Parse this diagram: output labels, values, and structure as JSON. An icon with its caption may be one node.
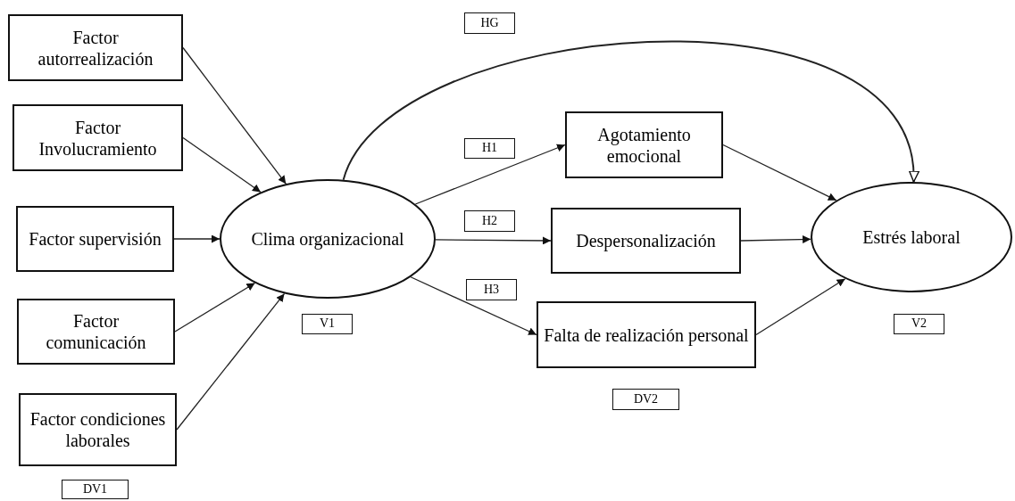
{
  "diagram": {
    "nodes": [
      {
        "text": [
          "Factor autorrealización"
        ]
      },
      {
        "text": [
          "Factor Involucramiento"
        ]
      },
      {
        "text": [
          "Factor supervisión"
        ]
      },
      {
        "text": [
          "Factor comunicación"
        ]
      },
      {
        "text": [
          "Factor condiciones laborales"
        ]
      },
      {
        "text": [
          "DV1"
        ]
      },
      {
        "text": [
          "HG"
        ]
      },
      {
        "text": [
          "Clima organizacional"
        ]
      },
      {
        "text": [
          "V1"
        ]
      },
      {
        "text": [
          "H1"
        ]
      },
      {
        "text": [
          "Agotamiento emocional"
        ]
      },
      {
        "text": [
          "H2"
        ]
      },
      {
        "text": [
          "Despersonalización"
        ]
      },
      {
        "text": [
          "H3"
        ]
      },
      {
        "text": [
          "Falta de realización personal"
        ]
      },
      {
        "text": [
          "DV2"
        ]
      },
      {
        "text": [
          "Estrés laboral"
        ]
      },
      {
        "text": [
          "V2"
        ]
      }
    ],
    "edges": [
      {
        "from": 0,
        "to": 7,
        "arrow": "to"
      },
      {
        "from": 1,
        "to": 7,
        "arrow": "to"
      },
      {
        "from": 2,
        "to": 7,
        "arrow": "to"
      },
      {
        "from": 3,
        "to": 7,
        "arrow": "to"
      },
      {
        "from": 4,
        "to": 7,
        "arrow": "to"
      },
      {
        "from": 7,
        "to": 10,
        "arrow": "to"
      },
      {
        "from": 7,
        "to": 12,
        "arrow": "to"
      },
      {
        "from": 7,
        "to": 14,
        "arrow": "to"
      },
      {
        "from": 10,
        "to": 16,
        "arrow": "to"
      },
      {
        "from": 12,
        "to": 16,
        "arrow": "to"
      },
      {
        "from": 14,
        "to": 16,
        "arrow": "to"
      },
      {
        "from": 7,
        "to": 16,
        "arrow": "to"
      }
    ]
  }
}
